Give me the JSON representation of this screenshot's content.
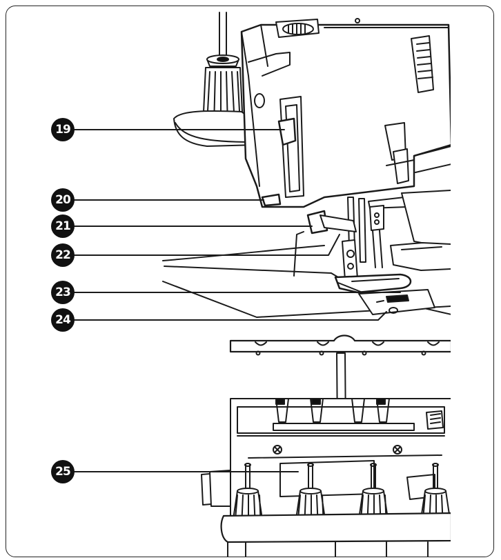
{
  "colors": {
    "ink": "#111111",
    "line": "#1a1a1a",
    "fill": "#ffffff",
    "shade": "#dddddd"
  },
  "callouts": [
    {
      "id": "c19",
      "label": "19"
    },
    {
      "id": "c20",
      "label": "20"
    },
    {
      "id": "c21",
      "label": "21"
    },
    {
      "id": "c22",
      "label": "22"
    },
    {
      "id": "c23",
      "label": "23"
    },
    {
      "id": "c24",
      "label": "24"
    },
    {
      "id": "c25",
      "label": "25"
    }
  ]
}
